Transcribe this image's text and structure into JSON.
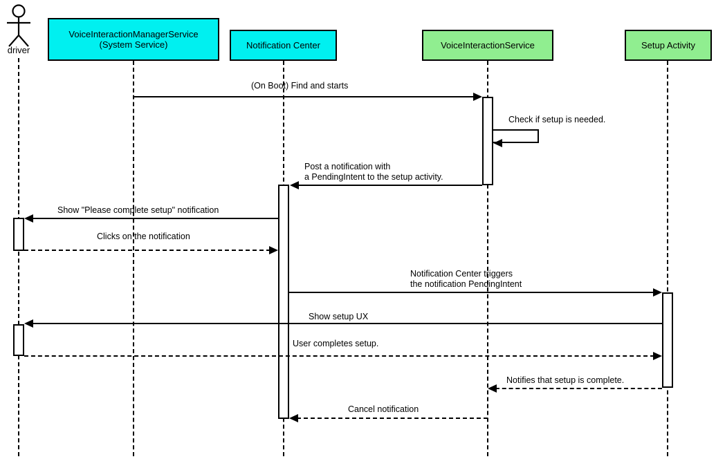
{
  "diagram": {
    "type": "uml-sequence-diagram",
    "actor": {
      "label": "driver"
    },
    "participants": [
      {
        "label": "VoiceInteractionManagerService\n(System Service)",
        "fill": "#00f0f0"
      },
      {
        "label": "Notification Center",
        "fill": "#00f0f0"
      },
      {
        "label": "VoiceInteractionService",
        "fill": "#90ee90"
      },
      {
        "label": "Setup Activity",
        "fill": "#90ee90"
      }
    ],
    "colors": {
      "system_component": "#00f0f0",
      "app_component": "#90ee90",
      "line": "#000000"
    },
    "messages": [
      {
        "label": "(On Boot) Find and starts",
        "from": "VoiceInteractionManagerService (System Service)",
        "to": "VoiceInteractionService",
        "line": "solid"
      },
      {
        "label": "Check if setup is needed.",
        "from": "VoiceInteractionService",
        "to": "VoiceInteractionService",
        "line": "solid",
        "self_message": true
      },
      {
        "label": "Post a notification with\na PendingIntent to the setup activity.",
        "from": "VoiceInteractionService",
        "to": "Notification Center",
        "line": "solid"
      },
      {
        "label": "Show \"Please complete setup\" notification",
        "from": "Notification Center",
        "to": "driver",
        "line": "solid"
      },
      {
        "label": "Clicks on the notification",
        "from": "driver",
        "to": "Notification Center",
        "line": "dashed"
      },
      {
        "label": "Notification Center triggers\nthe notification PendingIntent",
        "from": "Notification Center",
        "to": "Setup Activity",
        "line": "solid"
      },
      {
        "label": "Show setup UX",
        "from": "Setup Activity",
        "to": "driver",
        "line": "solid"
      },
      {
        "label": "User completes setup.",
        "from": "driver",
        "to": "Setup Activity",
        "line": "dashed"
      },
      {
        "label": "Notifies that setup is complete.",
        "from": "Setup Activity",
        "to": "VoiceInteractionService",
        "line": "dashed"
      },
      {
        "label": "Cancel notification",
        "from": "VoiceInteractionService",
        "to": "Notification Center",
        "line": "dashed"
      }
    ]
  }
}
